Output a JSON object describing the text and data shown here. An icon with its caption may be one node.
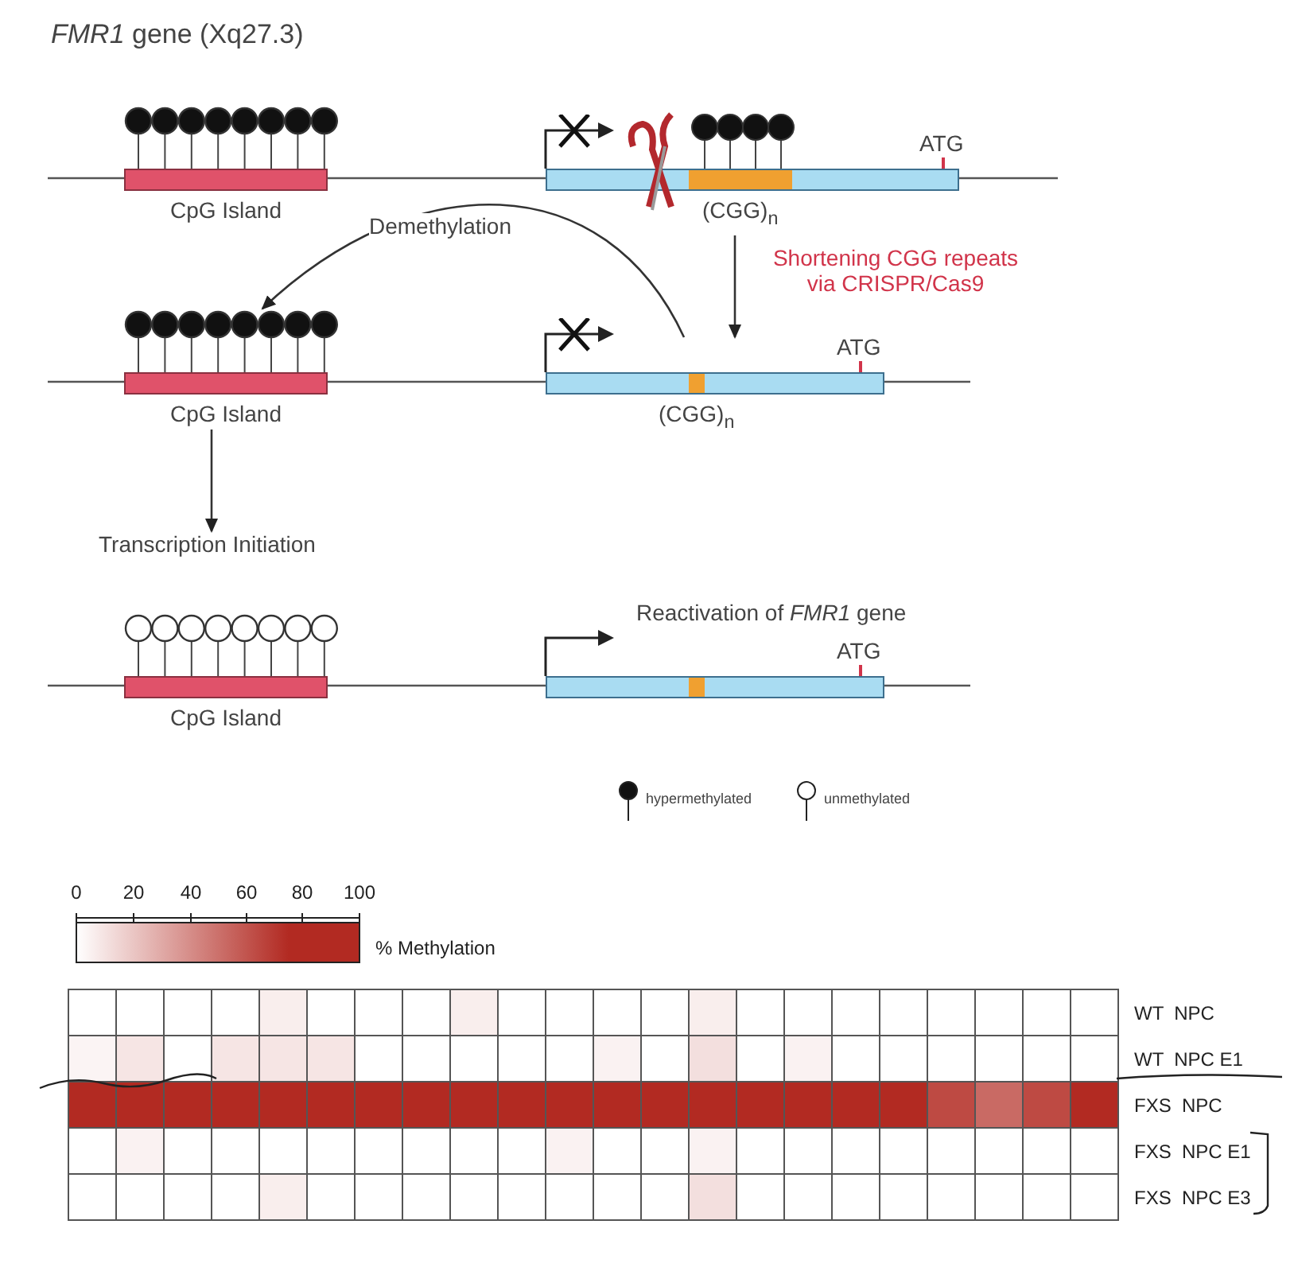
{
  "diagram": {
    "title": "*FMR1* gene (Xq27.3)",
    "nodes": [
      {
        "text": [
          "CpG Island"
        ]
      },
      {
        "text": [
          "ATG",
          "(CGG)$_{n}$"
        ]
      },
      {
        "text": [
          "CpG Island"
        ]
      },
      {
        "text": [
          "ATG",
          "(CGG)$_{n}$"
        ]
      },
      {
        "text": [
          "Transcription Initiation"
        ]
      },
      {
        "text": [
          "CpG Island"
        ]
      },
      {
        "text": [
          "ATG"
        ]
      }
    ],
    "edges": [
      {
        "from": 1,
        "to": 3,
        "arrow": "to",
        "label": "Shortening CGG repeats via CRISPR/Cas9"
      },
      {
        "from": 3,
        "to": 2,
        "arrow": "to",
        "label": "Demethylation"
      },
      {
        "from": 2,
        "to": 4,
        "arrow": "to"
      }
    ],
    "labels": [
      "Reactivation of *FMR1* gene",
      "0",
      "20",
      "40",
      "60",
      "80",
      "100",
      "% Methylation",
      "WT  NPC",
      "WT  NPC E1",
      "FXS  NPC",
      "FXS  NPC E1",
      "FXS  NPC E3"
    ],
    "legend": [
      {
        "text": "hypermethylated"
      },
      {
        "text": "unmethylated"
      }
    ]
  }
}
